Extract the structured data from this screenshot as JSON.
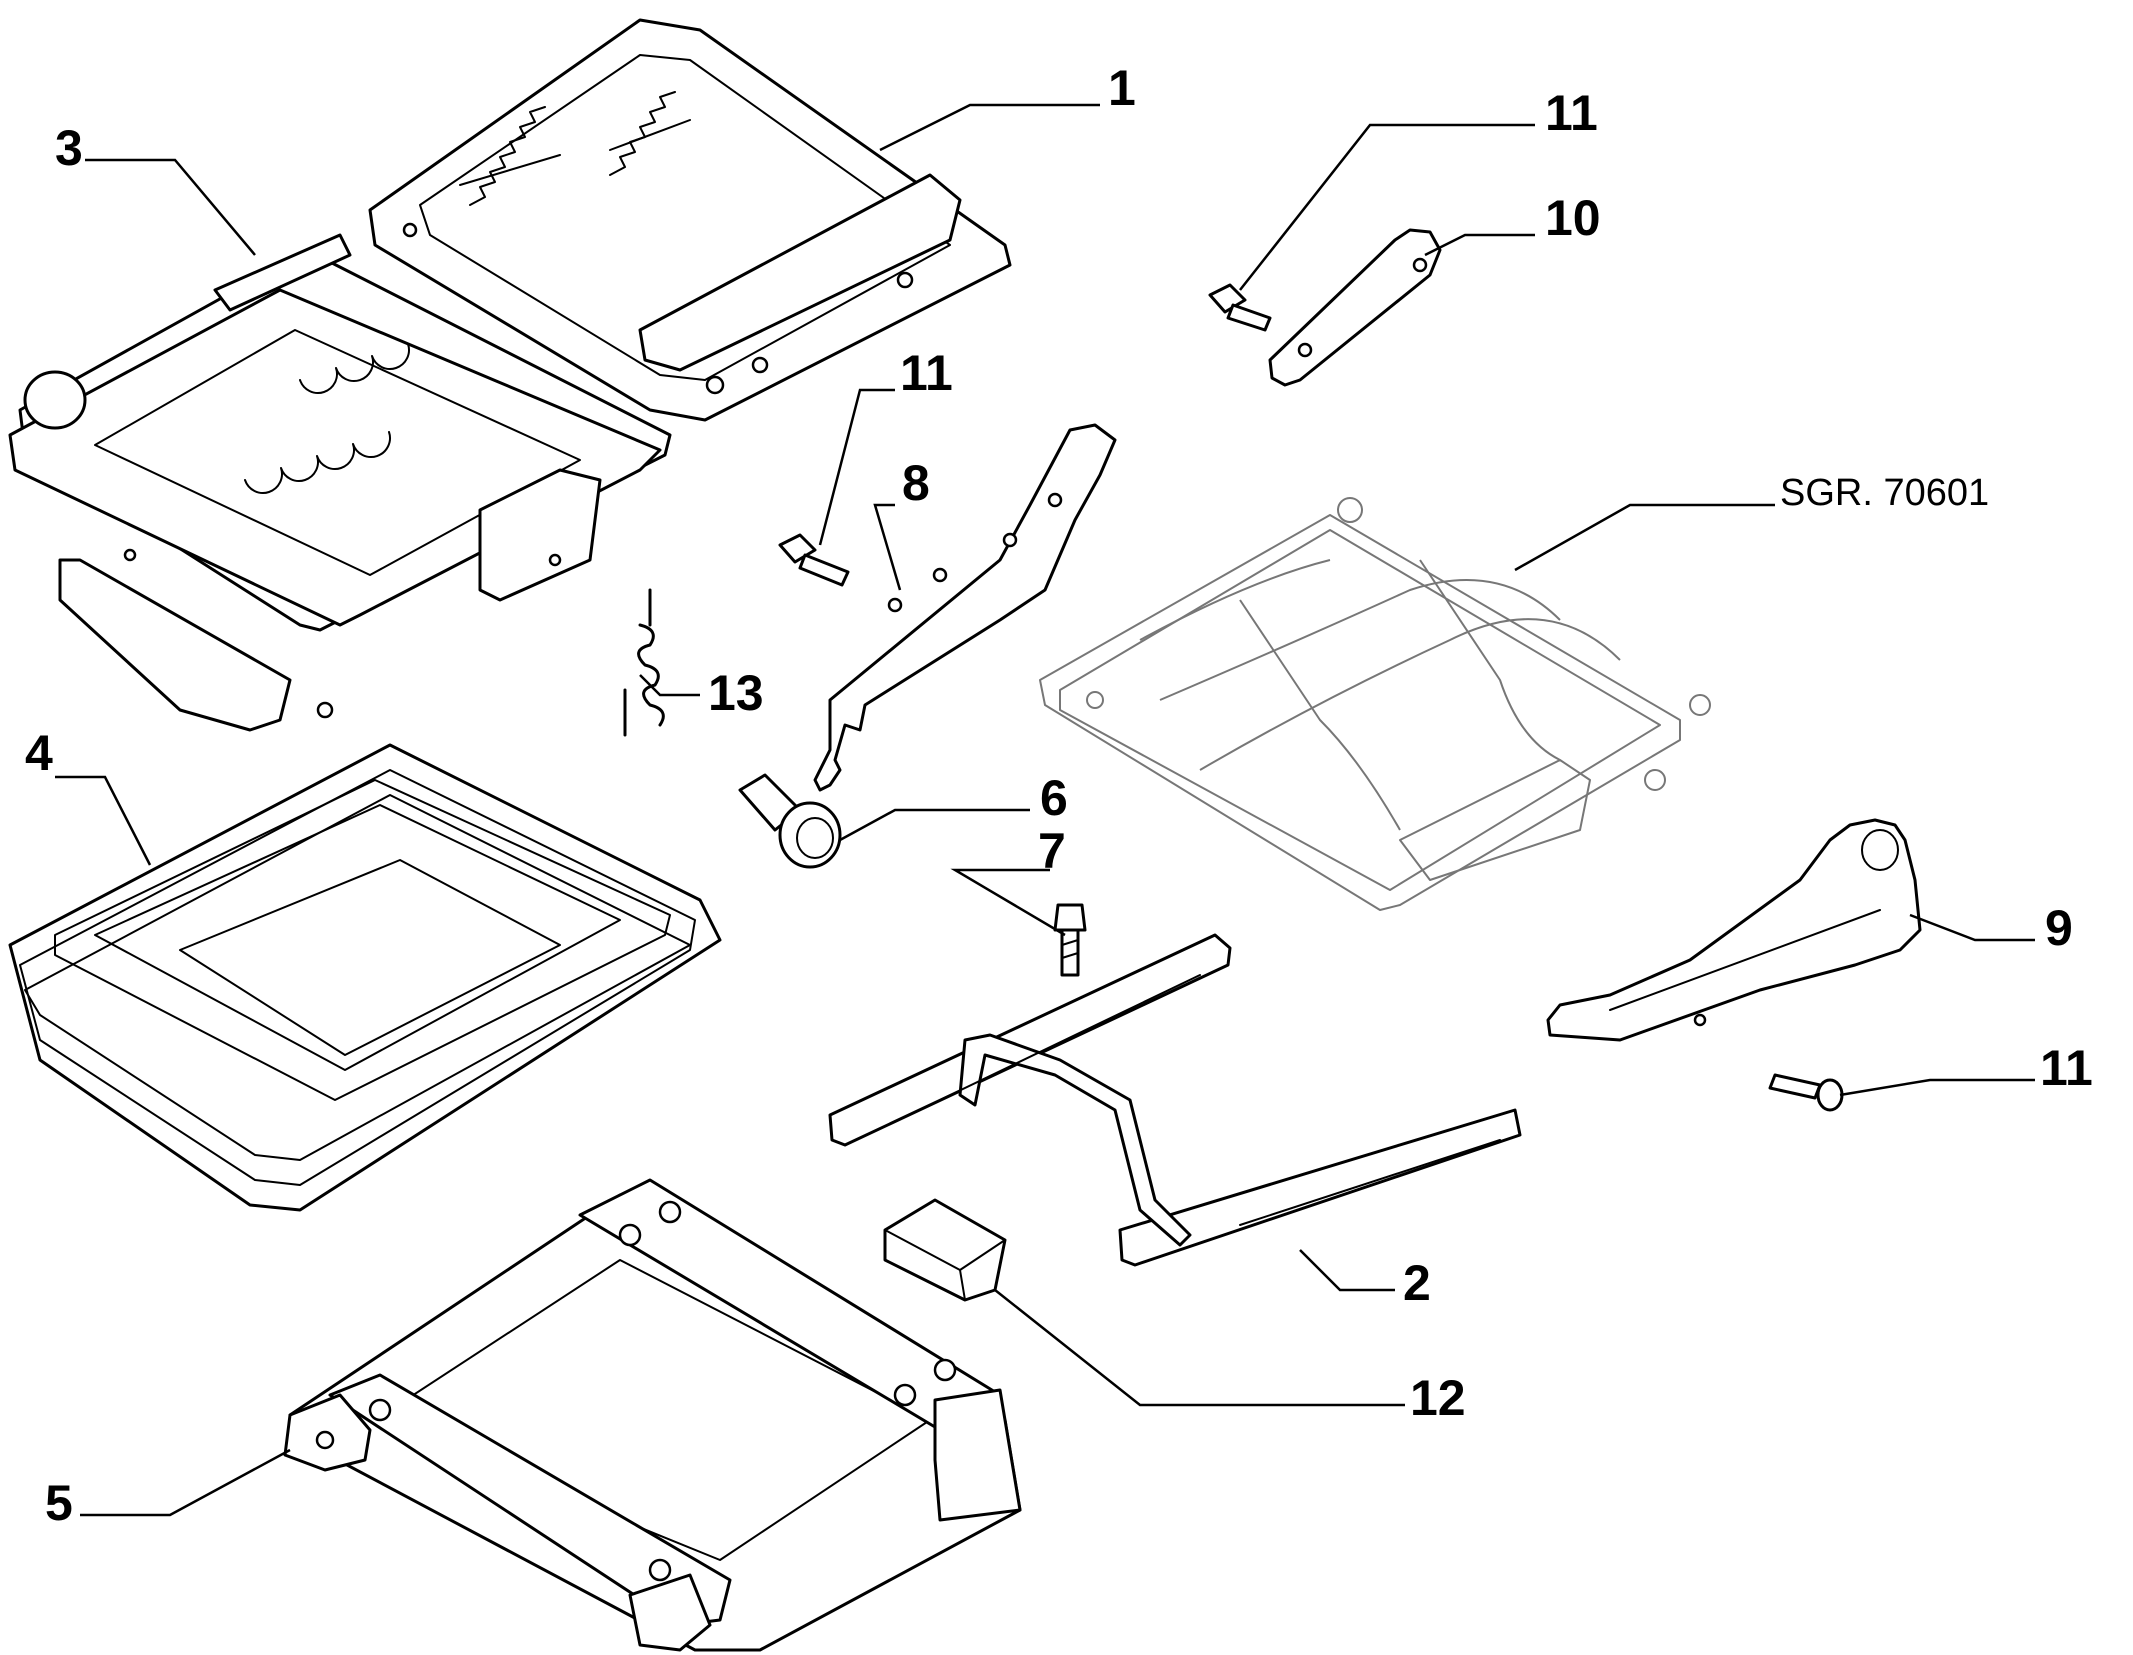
{
  "diagram": {
    "callouts": {
      "c1": "1",
      "c2": "2",
      "c3": "3",
      "c4": "4",
      "c5": "5",
      "c6": "6",
      "c7": "7",
      "c8": "8",
      "c9": "9",
      "c10": "10",
      "c11a": "11",
      "c11b": "11",
      "c11c": "11",
      "c12": "12",
      "c13": "13"
    },
    "reference_label": "SGR. 70601",
    "colors": {
      "line": "#000000",
      "reference_part": "#777777",
      "background": "#ffffff"
    }
  }
}
